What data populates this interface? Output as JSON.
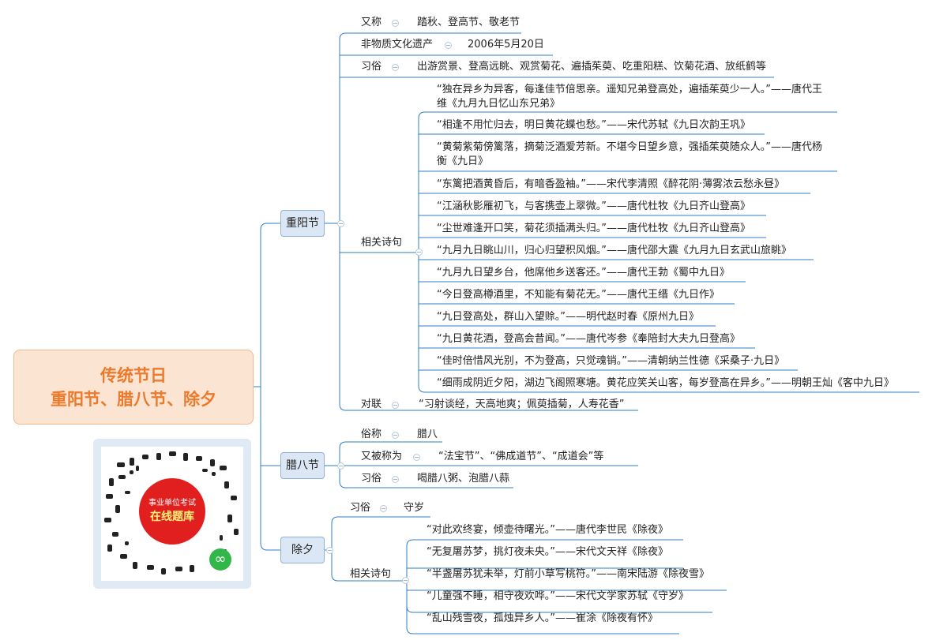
{
  "root": {
    "line1": "传统节日",
    "line2": "重阳节、腊八节、除夕"
  },
  "chongyang": {
    "label": "重阳节",
    "aka_label": "又称",
    "aka_value": "踏秋、登高节、敬老节",
    "heritage_label": "非物质文化遗产",
    "heritage_value": "2006年5月20日",
    "customs_label": "习俗",
    "customs_value": "出游赏景、登高远眺、观赏菊花、遍插茱萸、吃重阳糕、饮菊花酒、放纸鹤等",
    "poems_label": "相关诗句",
    "poems": [
      "“独在异乡为异客，每逢佳节倍思亲。遥知兄弟登高处，遍插茱萸少一人。”——唐代王维《九月九日忆山东兄弟》",
      "“相逢不用忙归去，明日黄花蝶也愁。”——宋代苏轼《九日次韵王巩》",
      "“黄菊紫菊傍篱落，摘菊泛酒爱芳新。不堪今日望乡意，强插茱萸随众人。”——唐代杨衡《九日》",
      "“东篱把酒黄昏后，有暗香盈袖。”——宋代李清照《醉花阴·薄雾浓云愁永昼》",
      "“江涵秋影雁初飞，与客携壶上翠微。”——唐代杜牧《九日齐山登高》",
      "“尘世难逢开口笑，菊花须插满头归。”——唐代杜牧《九日齐山登高》",
      "“九月九日眺山川，归心归望积风烟。”——唐代邵大震《九月九日玄武山旅眺》",
      "“九月九日望乡台，他席他乡送客还。”——唐代王勃《蜀中九日》",
      "“今日登高樽酒里，不知能有菊花无。”——唐代王缙《九日作》",
      "“九日登高处，群山入望赊。”——明代赵时春《原州九日》",
      "“九日黄花酒，登高会昔闻。”——唐代岑参《奉陪封大夫九日登高》",
      "“佳时倍惜风光别，不为登高，只觉魂销。”——清朝纳兰性德《采桑子·九日》",
      "“细雨成阴近夕阳，湖边飞阁照寒塘。黄花应笑关山客，每岁登高在异乡。”——明朝王灿《客中九日》"
    ],
    "couplet_label": "对联",
    "couplet_value": "“习射谈经，天高地爽；佩萸插菊，人寿花香”"
  },
  "laba": {
    "label": "腊八节",
    "nick_label": "俗称",
    "nick_value": "腊八",
    "aka_label": "又被称为",
    "aka_value": "“法宝节”、“佛成道节”、“成道会”等",
    "customs_label": "习俗",
    "customs_value": "喝腊八粥、泡腊八蒜"
  },
  "chuxi": {
    "label": "除夕",
    "customs_label": "习俗",
    "customs_value": "守岁",
    "poems_label": "相关诗句",
    "poems": [
      "“对此欢终宴，倾壶待曙光。”——唐代李世民《除夜》",
      "“无复屠苏梦，挑灯夜未央。”——宋代文天祥《除夜》",
      "“半盏屠苏犹未举，灯前小草写桃符。”——南宋陆游《除夜雪》",
      "“儿童强不睡，相守夜欢哗。”——宋代文学家苏轼《守岁》",
      "“乱山残雪夜，孤烛异乡人。”——崔涂《除夜有怀》"
    ]
  },
  "qr": {
    "line1": "事业单位考试",
    "line2": "在线题库"
  },
  "colors": {
    "root_text": "#ec7a2c",
    "root_fill": "#fbe4d2",
    "branch_fill": "#dbe7f4",
    "line": "#2f7cc7"
  }
}
